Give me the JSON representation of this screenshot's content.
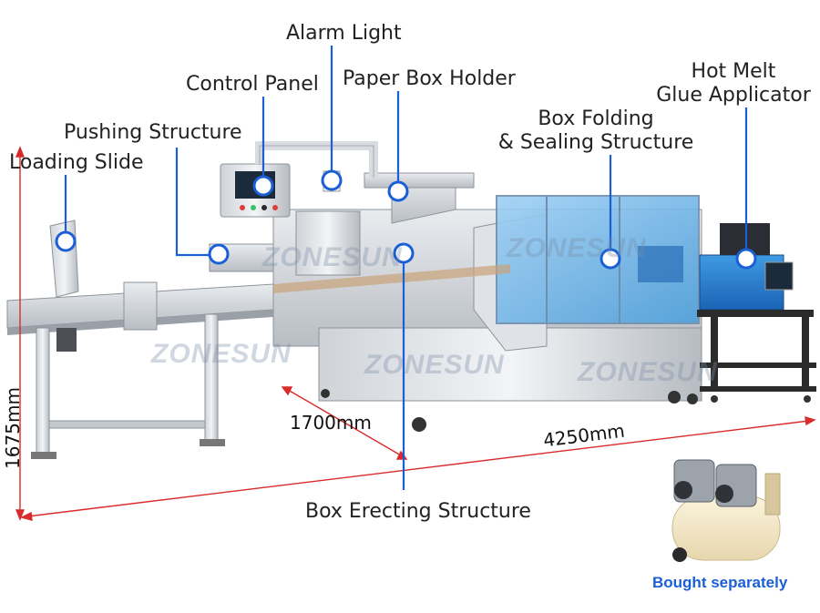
{
  "labels": {
    "alarm_light": "Alarm Light",
    "control_panel": "Control Panel",
    "paper_box_holder": "Paper Box Holder",
    "hot_melt_1": "Hot Melt",
    "hot_melt_2": "Glue Applicator",
    "box_folding_1": "Box Folding",
    "box_folding_2": "& Sealing Structure",
    "pushing_structure": "Pushing Structure",
    "loading_slide": "Loading Slide",
    "box_erecting": "Box Erecting Structure"
  },
  "dimensions": {
    "height": "1675mm",
    "depth": "1700mm",
    "length": "4250mm"
  },
  "watermark": "ZONESUN",
  "compressor_note": "Bought separately",
  "colors": {
    "callout": "#1a5fd6",
    "note": "#1a5fd6",
    "dimension_line": "#d92b2b"
  }
}
